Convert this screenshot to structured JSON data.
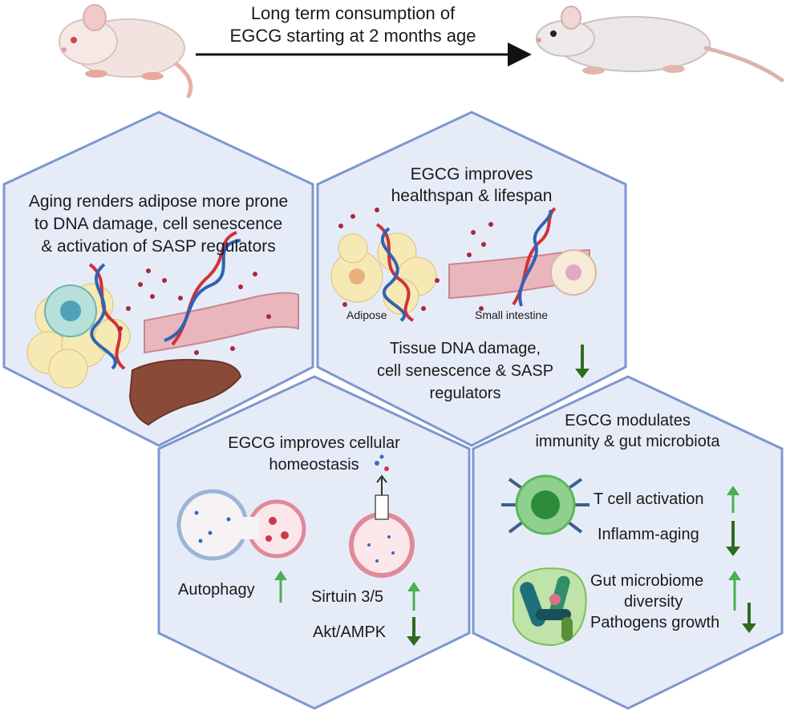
{
  "header": {
    "line1": "Long term consumption of",
    "line2": "EGCG starting at 2 months age"
  },
  "panels": {
    "aging": {
      "line1": "Aging renders adipose more prone",
      "line2": "to DNA damage, cell senescence",
      "line3": "& activation of SASP regulators"
    },
    "healthspan": {
      "title1": "EGCG improves",
      "title2": "healthspan & lifespan",
      "adipose_label": "Adipose",
      "intestine_label": "Small intestine",
      "effect1": "Tissue DNA damage,",
      "effect2": "cell senescence & SASP",
      "effect3": "regulators",
      "effect_direction": "down"
    },
    "homeostasis": {
      "title1": "EGCG improves cellular",
      "title2": "homeostasis",
      "autophagy": "Autophagy",
      "autophagy_direction": "up",
      "sirtuin": "Sirtuin 3/5",
      "sirtuin_direction": "up",
      "akt": "Akt/AMPK",
      "akt_direction": "down"
    },
    "immunity": {
      "title1": "EGCG modulates",
      "title2": "immunity & gut microbiota",
      "tcell": "T cell activation",
      "tcell_direction": "up",
      "inflamm": "Inflamm-aging",
      "inflamm_direction": "down",
      "gut1": "Gut microbiome",
      "gut2": "diversity",
      "gut_direction": "up",
      "pathogens": "Pathogens growth",
      "pathogens_direction": "down"
    }
  },
  "colors": {
    "hex_fill": "#e6ecf7",
    "hex_stroke": "#7d97cf",
    "arrow_up": "#4caf50",
    "arrow_down": "#2f6b1e",
    "dna_red": "#d1313a",
    "dna_blue": "#3063b5",
    "adipose": "#f6e9b4",
    "intestine": "#e9b6bd",
    "liver": "#8a4a38",
    "tcell": "#5cb85c",
    "mouse": "#f3e3e0"
  }
}
